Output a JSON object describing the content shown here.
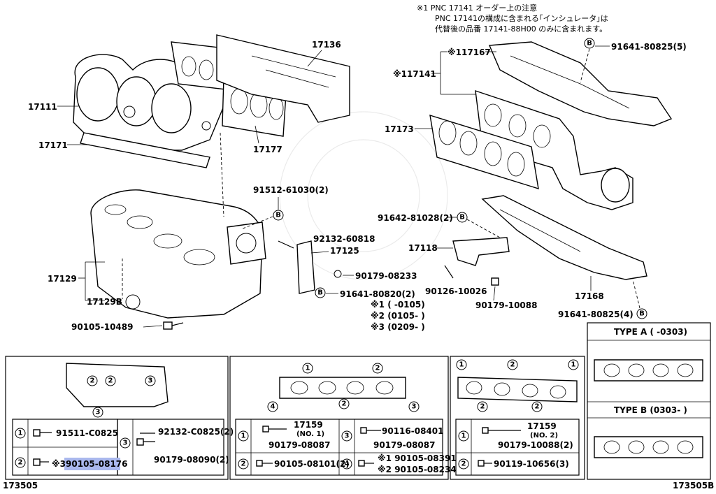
{
  "note": {
    "line1": "※1 PNC 17141 オーダー上の注意",
    "line2": "PNC 17141の構成に含まれる｢インシュレータ｣は",
    "line3": "代替後の品番 17141-88H00 のみに含まれます。"
  },
  "labels": {
    "p17111": "17111",
    "p17171": "17171",
    "p17136": "17136",
    "p17177": "17177",
    "p17129": "17129",
    "p17129b": "17129B",
    "p90105_10489": "90105-10489",
    "p91512": "91512-61030(2)",
    "p92132_60818": "92132-60818",
    "p17125": "17125",
    "p90179_08233": "90179-08233",
    "p91641_80820": "91641-80820(2)",
    "p17167": "※117167",
    "p17141": "※117141",
    "p17173": "17173",
    "p91641_80825_5": "91641-80825(5)",
    "p91642": "91642-81028(2)",
    "p17118": "17118",
    "p90126": "90126-10026",
    "p90179_10088": "90179-10088",
    "p17168": "17168",
    "p91641_80825_4": "91641-80825(4)",
    "b": "B"
  },
  "legend": {
    "r1": "※1  (     -0105)",
    "r2": "※2  (0105-     )",
    "r3": "※3  (0209-     )"
  },
  "panel1": {
    "c1": "1",
    "c2": "2",
    "c3": "3",
    "row1_part": "91511-C0825",
    "row2_part": "※390105-08176",
    "row3_a": "92132-C0825(2)",
    "row3_b": "90179-08090(2)"
  },
  "panel2": {
    "c1": "1",
    "c2": "2",
    "c3": "3",
    "c4": "4",
    "a_top": "17159",
    "a_sub": "(NO. 1)",
    "a_bot": "90179-08087",
    "b_top": "90116-08401",
    "b_bot": "90179-08087",
    "c_part": "90105-08101(2)",
    "d_1": "※1 90105-08391",
    "d_2": "※2 90105-08234"
  },
  "panel3": {
    "c1": "1",
    "c2": "2",
    "a_top": "17159",
    "a_sub": "(NO. 2)",
    "a_bot": "90179-10088(2)",
    "b_part": "90119-10656(3)"
  },
  "panel4": {
    "type_a": "TYPE A (     -0303)",
    "type_b": "TYPE B (0303-     )"
  },
  "footer": {
    "left": "173505",
    "right": "173505B"
  }
}
